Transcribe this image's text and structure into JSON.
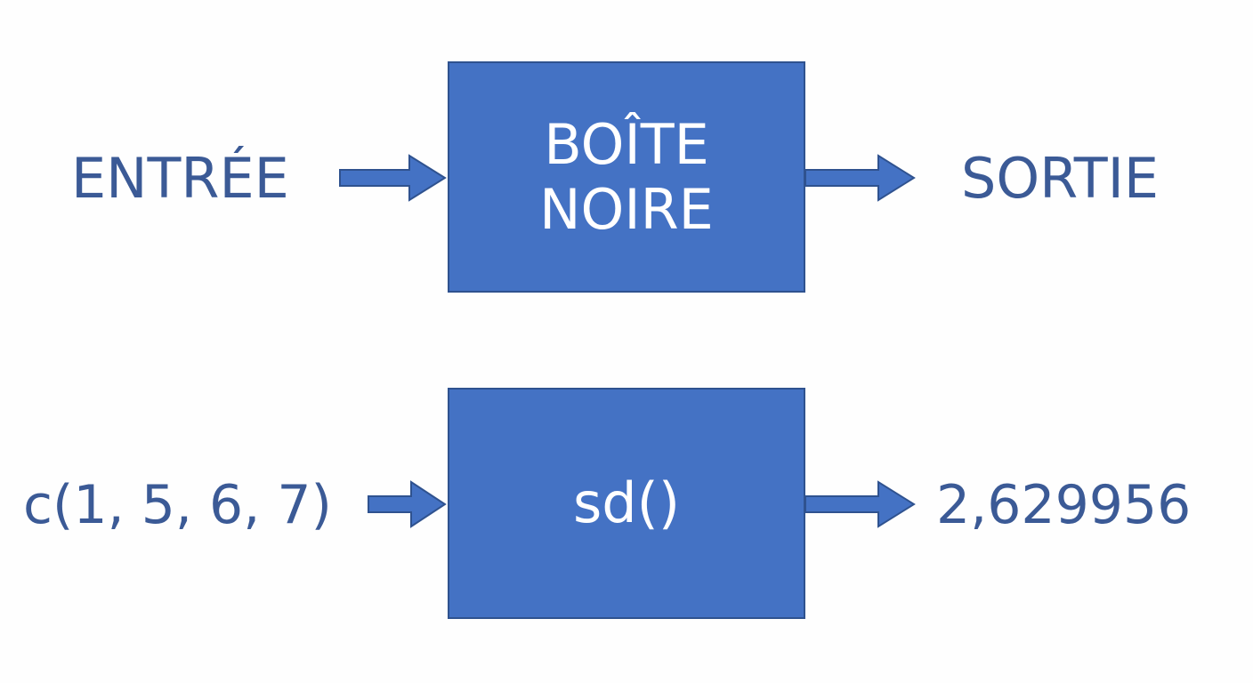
{
  "colors": {
    "box_fill": "#4472c4",
    "box_border": "#2f528f",
    "text": "#3b5a96",
    "box_text": "#ffffff",
    "background": "#fefefe"
  },
  "rows": [
    {
      "input": "ENTRÉE",
      "box_lines": [
        "BOÎTE",
        "NOIRE"
      ],
      "output": "SORTIE"
    },
    {
      "input": "c(1, 5, 6, 7)",
      "box_lines": [
        "sd()"
      ],
      "output": "2,629956"
    }
  ]
}
